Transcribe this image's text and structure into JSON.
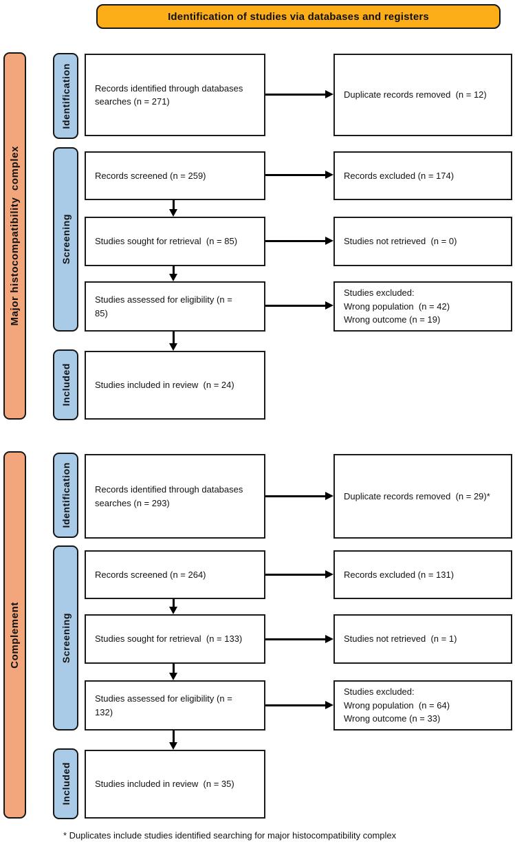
{
  "banner": {
    "label": "Identification of studies via databases and registers"
  },
  "colors": {
    "banner_fill": "#FBAE17",
    "section_bar_fill": "#F3A67B",
    "stage_bar_fill": "#A9CBE8",
    "box_border": "#1A1A1A",
    "arrow": "#000000"
  },
  "sections": [
    {
      "label": "Major histocompatibility  complex",
      "stage_identification": "Identification",
      "stage_screening": "Screening",
      "stage_included": "Included",
      "boxes": {
        "identified": "Records identified through databases\nsearches (n = 271)",
        "duplicates_removed": "Duplicate records removed  (n = 12)",
        "screened": "Records screened (n = 259)",
        "records_excluded": "Records excluded (n = 174)",
        "sought": "Studies sought for retrieval  (n = 85)",
        "not_retrieved": "Studies not retrieved  (n = 0)",
        "assessed": "Studies assessed for eligibility (n =\n85)",
        "studies_excluded": "Studies excluded:\nWrong population  (n = 42)\nWrong outcome (n = 19)",
        "included_review": "Studies included in review  (n = 24)"
      }
    },
    {
      "label": "Complement",
      "stage_identification": "Identification",
      "stage_screening": "Screening",
      "stage_included": "Included",
      "boxes": {
        "identified": "Records identified through databases\nsearches (n = 293)",
        "duplicates_removed": "Duplicate records removed  (n = 29)*",
        "screened": "Records screened (n = 264)",
        "records_excluded": "Records excluded (n = 131)",
        "sought": "Studies sought for retrieval  (n = 133)",
        "not_retrieved": "Studies not retrieved  (n = 1)",
        "assessed": "Studies assessed for eligibility (n =\n132)",
        "studies_excluded": "Studies excluded:\nWrong population  (n = 64)\nWrong outcome (n = 33)",
        "included_review": "Studies included in review  (n = 35)"
      }
    }
  ],
  "footnote": "* Duplicates include studies identified searching for major histocompatibility complex"
}
